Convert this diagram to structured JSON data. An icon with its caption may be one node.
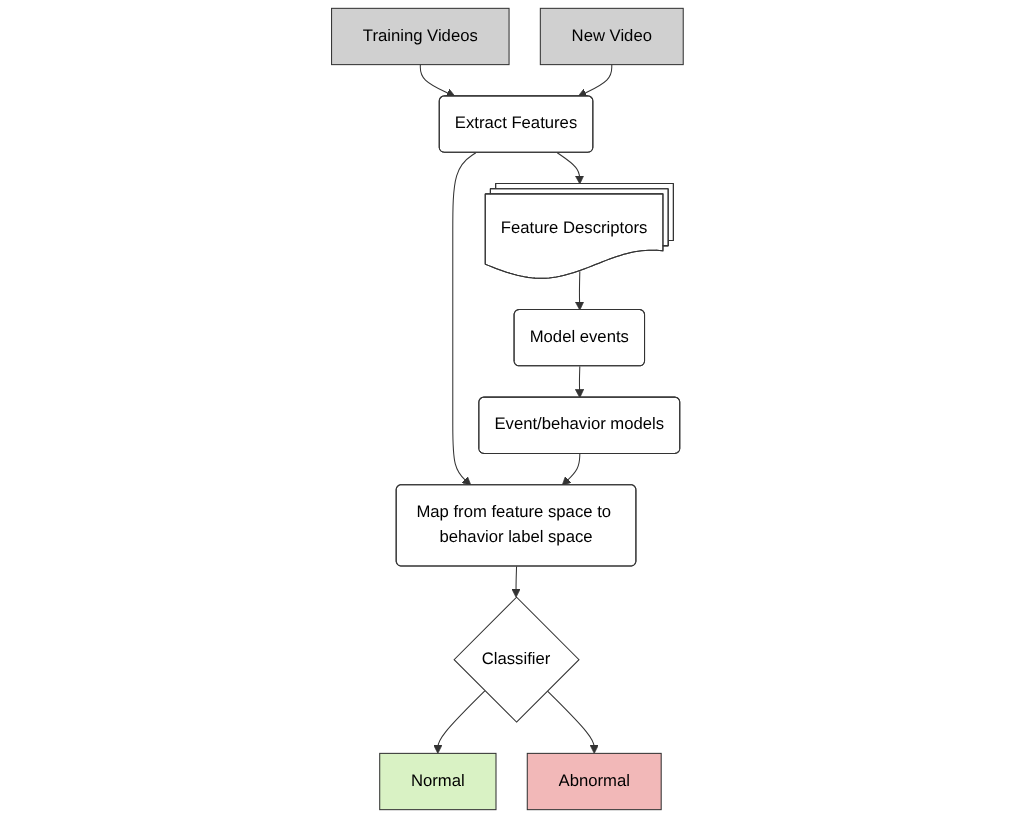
{
  "diagram": {
    "nodes": [
      {
        "text": [
          "Training Videos"
        ]
      },
      {
        "text": [
          "Extract Features"
        ]
      },
      {
        "text": [
          "New Video"
        ]
      },
      {
        "text": [
          "Feature Descriptors"
        ]
      },
      {
        "text": [
          "Map from feature space to behavior label space"
        ]
      },
      {
        "text": [
          "Model events"
        ]
      },
      {
        "text": [
          "Event/behavior models"
        ]
      },
      {
        "text": [
          "Classifier"
        ]
      },
      {
        "text": [
          "Normal"
        ]
      },
      {
        "text": [
          "Abnormal"
        ]
      }
    ],
    "edges": [
      {
        "from": 0,
        "to": 1,
        "arrow": "to"
      },
      {
        "from": 2,
        "to": 1,
        "arrow": "to"
      },
      {
        "from": 1,
        "to": 3,
        "arrow": "to"
      },
      {
        "from": 1,
        "to": 4,
        "arrow": "to"
      },
      {
        "from": 3,
        "to": 5,
        "arrow": "to"
      },
      {
        "from": 5,
        "to": 6,
        "arrow": "to"
      },
      {
        "from": 6,
        "to": 4,
        "arrow": "to"
      },
      {
        "from": 4,
        "to": 7,
        "arrow": "to"
      },
      {
        "from": 7,
        "to": 8,
        "arrow": "to"
      },
      {
        "from": 7,
        "to": 9,
        "arrow": "to"
      }
    ]
  }
}
